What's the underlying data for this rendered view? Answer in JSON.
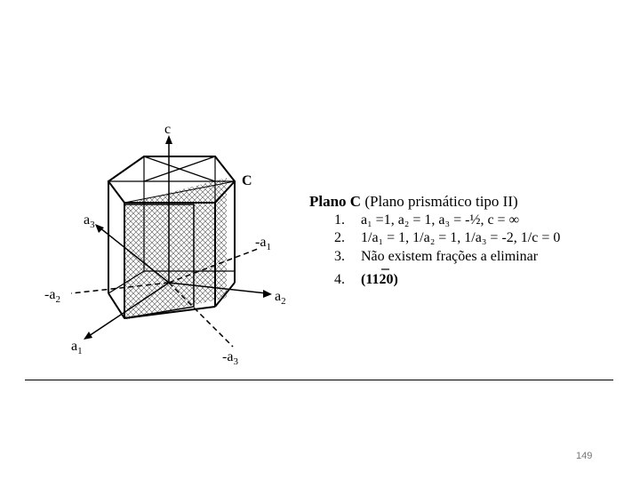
{
  "diagram": {
    "axes": {
      "c": "c",
      "a1": "a",
      "a1_sub": "1",
      "neg_a1": "-a",
      "neg_a1_sub": "1",
      "a2": "a",
      "a2_sub": "2",
      "neg_a2": "-a",
      "neg_a2_sub": "2",
      "a3": "a",
      "a3_sub": "3",
      "neg_a3": "-a",
      "neg_a3_sub": "3"
    },
    "plane_label": "C"
  },
  "text": {
    "title_bold": "Plano C",
    "title_rest": " (Plano prismático tipo II)",
    "items": [
      {
        "num": "1.",
        "text": "a₁ =1, a₂ = 1, a₃ = -½, c = ∞"
      },
      {
        "num": "2.",
        "text": "1/a₁ = 1, 1/a₂ = 1, 1/a₃ = -2, 1/c = 0"
      },
      {
        "num": "3.",
        "text": "Não existem frações a eliminar"
      },
      {
        "num": "4.",
        "text_open": "(",
        "text_digits": "11",
        "text_bar": "2",
        "text_last": "0",
        "text_close": ")"
      }
    ]
  },
  "footer": {
    "page_number": "149"
  }
}
